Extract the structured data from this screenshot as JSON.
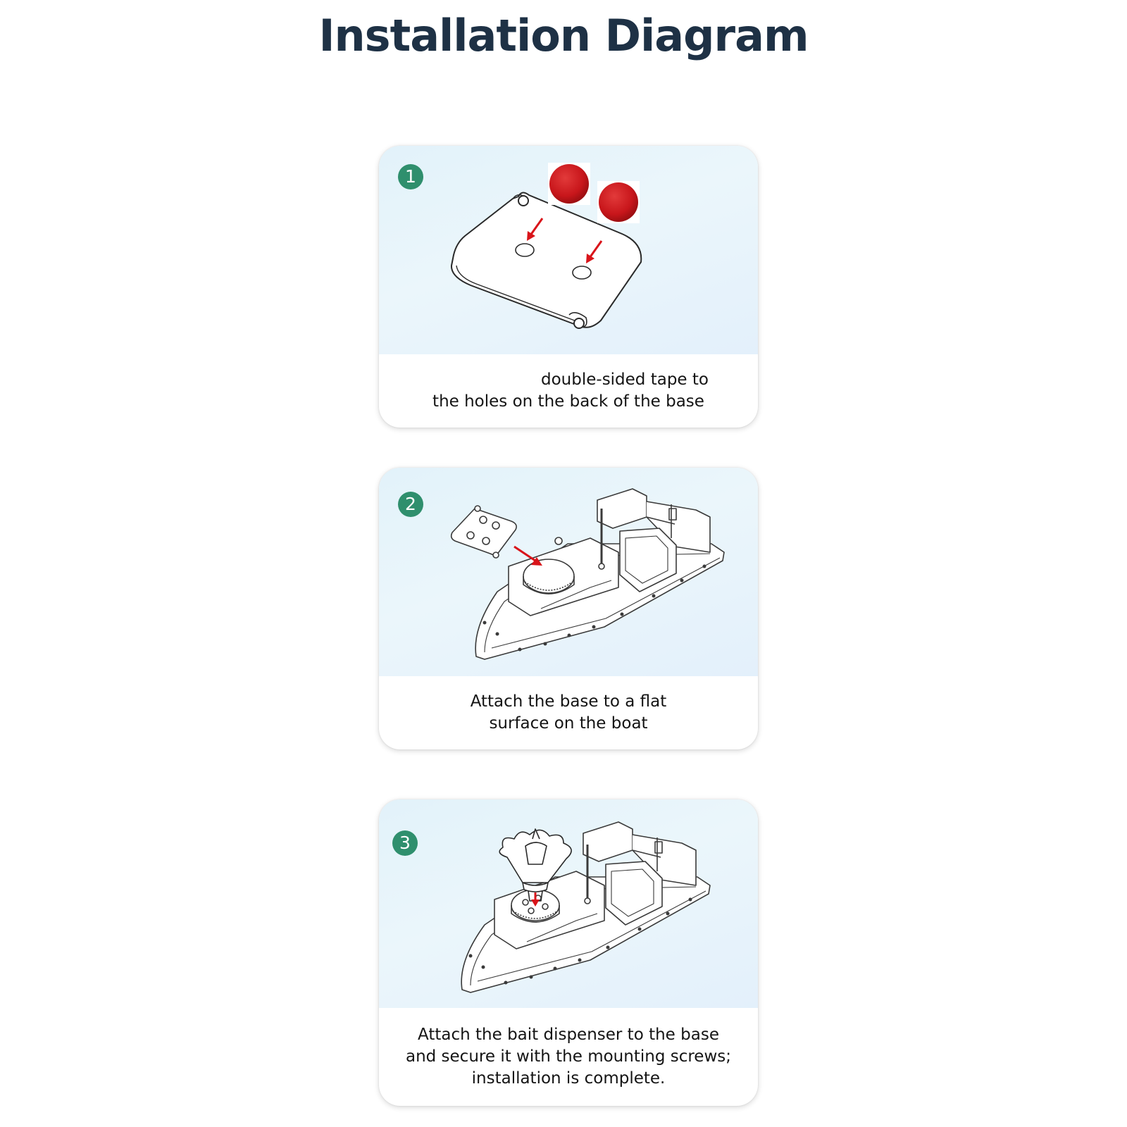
{
  "title": "Installation Diagram",
  "steps": [
    {
      "number": "1",
      "caption_lines": [
        "double-sided tape to",
        "the holes on the back of the base"
      ]
    },
    {
      "number": "2",
      "caption_lines": [
        "Attach the base to a flat",
        "surface on the boat"
      ]
    },
    {
      "number": "3",
      "caption_lines": [
        "Attach the bait dispenser to the base",
        "and secure it with the mounting screws;",
        "installation is complete."
      ]
    }
  ],
  "colors": {
    "title": "#1e3145",
    "badge": "#2f8f6d",
    "tape": "#c8161b",
    "arrow": "#d9141a"
  },
  "icons": [
    "base-plate-illustration",
    "double-sided-tape-icon",
    "boat-illustration",
    "bait-dispenser-illustration",
    "arrow-icon"
  ]
}
